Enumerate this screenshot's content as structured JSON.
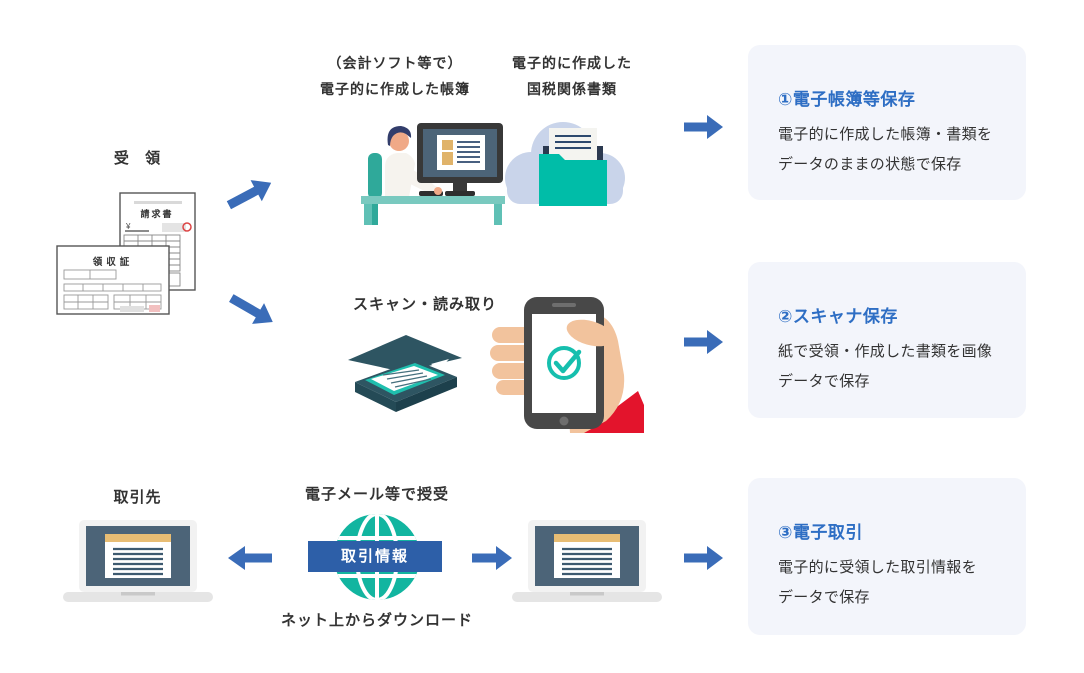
{
  "palette": {
    "accent_blue": "#2e6ec4",
    "arrow_blue": "#3a6cb8",
    "banner_blue": "#2d5fa8",
    "box_background": "#f3f5fb",
    "teal": "#00bda8",
    "dark_slate": "#2e5562",
    "screen_slate": "#4c6478",
    "cloud_blue": "#c9d4ea",
    "tan": "#e8bd74",
    "text": "#333333"
  },
  "flow1": {
    "source_label": "受 領",
    "doc_invoice_title": "請求書",
    "doc_receipt_title": "領収証",
    "pc_label_line1": "（会計ソフト等で）",
    "pc_label_line2": "電子的に作成した帳簿",
    "docs_label_line1": "電子的に作成した",
    "docs_label_line2": "国税関係書類",
    "result": {
      "title": "①電子帳簿等保存",
      "body_line1": "電子的に作成した帳簿・書類を",
      "body_line2": "データのままの状態で保存"
    }
  },
  "flow2": {
    "scan_label": "スキャン・読み取り",
    "result": {
      "title": "②スキャナ保存",
      "body_line1": "紙で受領・作成した書類を画像",
      "body_line2": "データで保存"
    }
  },
  "flow3": {
    "partner_label": "取引先",
    "exchange_label": "電子メール等で授受",
    "banner_label": "取引情報",
    "download_label": "ネット上からダウンロード",
    "result": {
      "title": "③電子取引",
      "body_line1": "電子的に受領した取引情報を",
      "body_line2": "データで保存"
    }
  },
  "icons": {
    "invoice-document-icon": "paper invoice sheet",
    "receipt-document-icon": "paper receipt sheet",
    "person-computer-illustration": "person working at desktop PC",
    "cloud-folder-icon": "cloud with folder and document",
    "scanner-icon": "flatbed scanner with paper",
    "smartphone-hand-icon": "hand holding phone with check mark",
    "globe-icon": "internet globe",
    "laptop-icon": "laptop with document on screen",
    "arrow-right-icon": "blue block arrow",
    "arrow-left-icon": "blue block arrow",
    "arrow-up-right-icon": "blue diagonal block arrow",
    "arrow-down-right-icon": "blue diagonal block arrow"
  }
}
